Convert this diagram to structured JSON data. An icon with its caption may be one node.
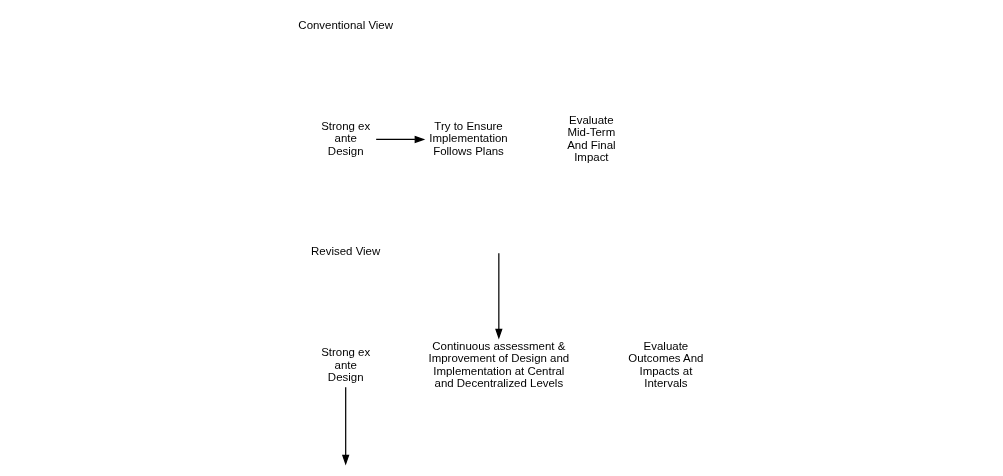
{
  "diagram": {
    "nodes": [
      {
        "text": [
          "Strong ex ante Design"
        ]
      },
      {
        "text": [
          "Try to Ensure Implementation Follows Plans"
        ]
      },
      {
        "text": [
          "Evaluate Mid-Term And Final Impact"
        ]
      },
      {
        "text": [
          "Strong ex ante Design"
        ]
      },
      {
        "text": [
          "Continuous assessment & Improvement of Design and Implementation at Central and Decentralized Levels"
        ]
      },
      {
        "text": [
          "Evaluate Outcomes And Impacts at Intervals"
        ]
      }
    ],
    "edges": [
      {
        "from": 0,
        "to": 1,
        "arrow": "to"
      },
      {
        "from": 3,
        "to": null,
        "arrow": "to"
      },
      {
        "from": null,
        "to": 4,
        "arrow": "to"
      }
    ],
    "labels": [
      "Conventional View",
      "Revised View"
    ]
  }
}
